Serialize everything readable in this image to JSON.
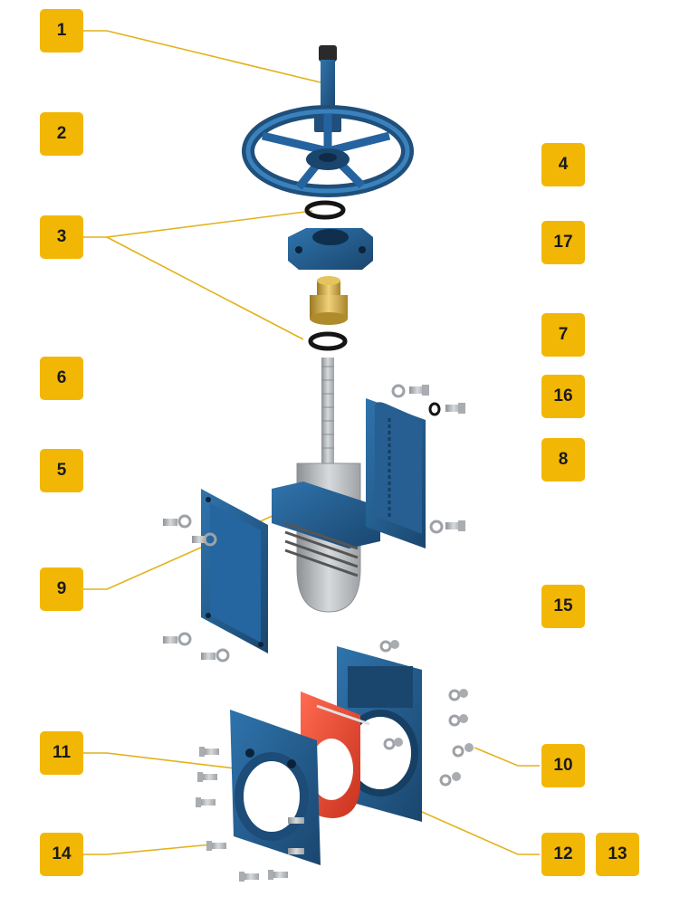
{
  "callouts": [
    {
      "id": "c1",
      "label": "1"
    },
    {
      "id": "c2",
      "label": "2"
    },
    {
      "id": "c3",
      "label": "3"
    },
    {
      "id": "c4",
      "label": "4"
    },
    {
      "id": "c17",
      "label": "17"
    },
    {
      "id": "c7",
      "label": "7"
    },
    {
      "id": "c6",
      "label": "6"
    },
    {
      "id": "c16",
      "label": "16"
    },
    {
      "id": "c5",
      "label": "5"
    },
    {
      "id": "c8",
      "label": "8"
    },
    {
      "id": "c9",
      "label": "9"
    },
    {
      "id": "c15",
      "label": "15"
    },
    {
      "id": "c11",
      "label": "11"
    },
    {
      "id": "c10",
      "label": "10"
    },
    {
      "id": "c14",
      "label": "14"
    },
    {
      "id": "c12",
      "label": "12"
    },
    {
      "id": "c13",
      "label": "13"
    }
  ],
  "colors": {
    "callout_fill": "#f2b705",
    "leader_line": "#e3b21a",
    "part_blue": "#1f4f7a",
    "part_blue_light": "#2e6fa3",
    "brass": "#c9a23a",
    "seal_red": "#e8462f",
    "steel": "#b9bcbf",
    "bolt": "#a9adb1"
  }
}
